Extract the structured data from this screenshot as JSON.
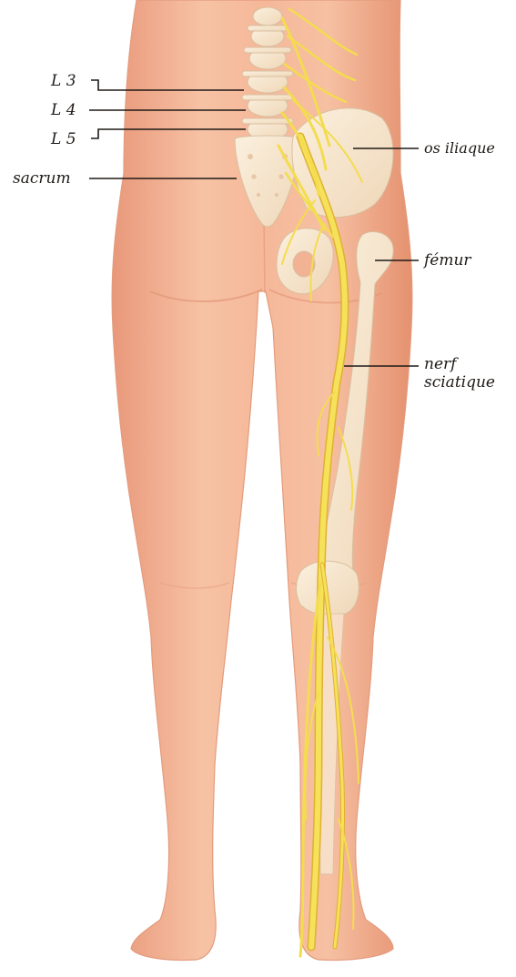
{
  "labels": {
    "l3": "L 3",
    "l4": "L 4",
    "l5": "L 5",
    "sacrum": "sacrum",
    "os_iliaque": "os iliaque",
    "femur": "fémur",
    "nerf_line1": "nerf",
    "nerf_line2": "sciatique"
  },
  "colors": {
    "skin": "#f2b294",
    "skin_shadow": "#e79a7c",
    "bone": "#f7e7cf",
    "nerf": "#f3d84a",
    "nerf_edge": "#d9a82c",
    "leader": "#1f1a17"
  }
}
